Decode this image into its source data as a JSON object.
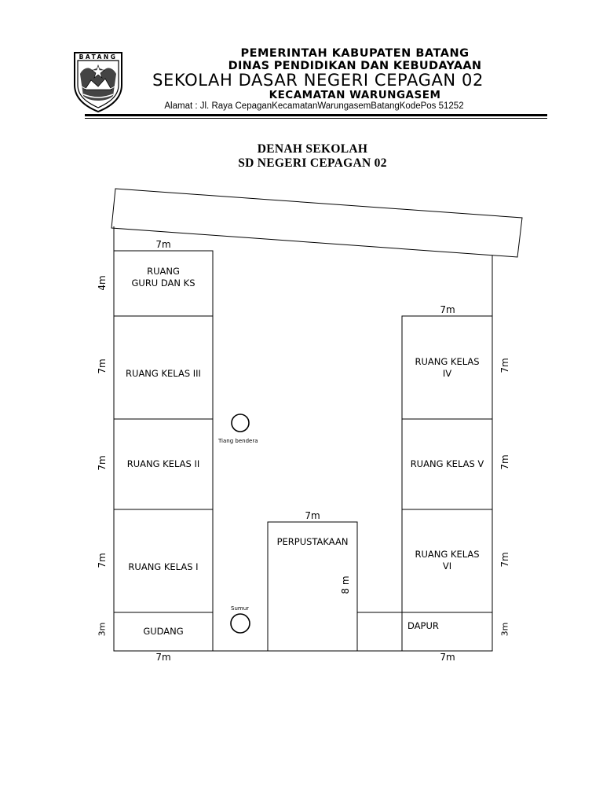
{
  "header": {
    "logo_text": "BATANG",
    "government": "PEMERINTAH KABUPATEN BATANG",
    "department": "DINAS PENDIDIKAN DAN KEBUDAYAAN",
    "school": "SEKOLAH DASAR NEGERI CEPAGAN 02",
    "district": "KECAMATAN WARUNGASEM",
    "address": "Alamat : Jl. Raya CepaganKecamatanWarungasemBatangKodePos 51252"
  },
  "title": {
    "line1": "DENAH SEKOLAH",
    "line2": "SD NEGERI CEPAGAN 02"
  },
  "rooms": {
    "teachers": {
      "line1": "RUANG",
      "line2": "GURU DAN KS"
    },
    "class3": "RUANG KELAS III",
    "class2": "RUANG KELAS II",
    "class1": "RUANG KELAS I",
    "storage": "GUDANG",
    "class4": {
      "line1": "RUANG KELAS",
      "line2": "IV"
    },
    "class5": "RUANG KELAS V",
    "class6": {
      "line1": "RUANG KELAS",
      "line2": "VI"
    },
    "kitchen": "DAPUR",
    "library": "PERPUSTAKAAN"
  },
  "markers": {
    "flagpole": "Tiang bendera",
    "well": "Sumur"
  },
  "dimensions": {
    "left_top_width": "7m",
    "left_bottom_width": "7m",
    "right_top_width": "7m",
    "right_bottom_width": "7m",
    "library_width": "7m",
    "library_height": "8 m",
    "teachers_height": "4m",
    "class3_height": "7m",
    "class2_height": "7m",
    "class1_height": "7m",
    "storage_height": "3m",
    "class4_height": "7m",
    "class5_height": "7m",
    "class6_height": "7m",
    "kitchen_height": "3m"
  }
}
